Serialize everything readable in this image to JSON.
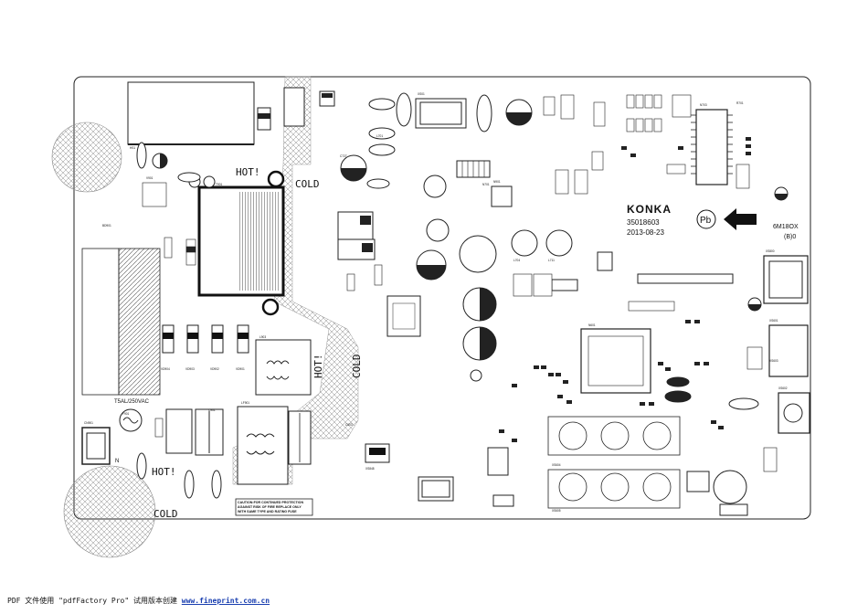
{
  "board": {
    "brand": "KONKA",
    "part_number": "35018603",
    "date": "2013-08-23",
    "model": "6M18OX",
    "revision": "(B)0",
    "pb_mark": "Pb",
    "fuse_rating": "T5AL/250VAC",
    "n_mark": "N",
    "hot_label": "HOT!",
    "cold_label": "COLD",
    "caution_lines": [
      "CAUTION:FOR CONTINUED PROTECTION",
      "AGAINST RISK OF FIRE REPLACE ONLY",
      "WITH SAME TYPE AND RATING FUSE"
    ],
    "refs": {
      "hs1": "HS1",
      "rx": "XS01",
      "cn1": "CN901",
      "f1": "F901",
      "t1": "T901",
      "t2": "L903",
      "lf": "LF901",
      "c1": "C901",
      "q1": "V901",
      "u1": "N901",
      "u2": "N601",
      "x1": "XS800",
      "x2": "XS601",
      "x3": "XS602",
      "x4": "XS603",
      "x5": "XS848",
      "l1": "L701",
      "l2": "L704",
      "l3": "L711",
      "c2": "C727",
      "c3": "C903",
      "r1": "R701",
      "ic1": "N703",
      "ic2": "N701",
      "d1": "VD904",
      "d2": "VD903",
      "d3": "VD902",
      "d4": "VD901",
      "x6": "XS604",
      "x7": "XS605",
      "bd": "BD901"
    }
  },
  "footer": {
    "prefix": "PDF 文件使用 \"pdfFactory Pro\" 试用版本创建",
    "link": "www.fineprint.com.cn"
  }
}
